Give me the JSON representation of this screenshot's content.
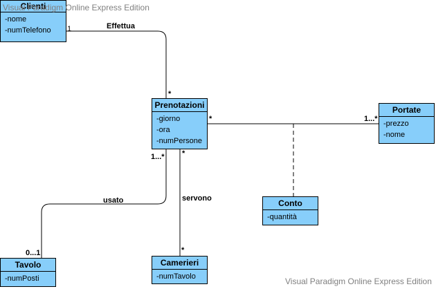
{
  "watermark": "Visual Paradigm Online Express Edition",
  "classes": {
    "clienti": {
      "name": "Clienti",
      "attributes": [
        "-nome",
        "-numTelefono"
      ]
    },
    "prenotazioni": {
      "name": "Prenotazioni",
      "attributes": [
        "-giorno",
        "-ora",
        "-numPersone"
      ]
    },
    "portate": {
      "name": "Portate",
      "attributes": [
        "-prezzo",
        "-nome"
      ]
    },
    "conto": {
      "name": "Conto",
      "attributes": [
        "-quantità"
      ]
    },
    "tavolo": {
      "name": "Tavolo",
      "attributes": [
        "-numPosti"
      ]
    },
    "camerieri": {
      "name": "Camerieri",
      "attributes": [
        "-numTavolo"
      ]
    }
  },
  "associations": {
    "effettua": {
      "name": "Effettua",
      "mult_source": "1",
      "mult_target": "*"
    },
    "portate": {
      "mult_source": "*",
      "mult_target": "1...*"
    },
    "usato": {
      "name": "usato",
      "mult_source": "1...*",
      "mult_target": "0...1"
    },
    "servono": {
      "name": "servono",
      "mult_source": "*",
      "mult_target": "*"
    }
  }
}
